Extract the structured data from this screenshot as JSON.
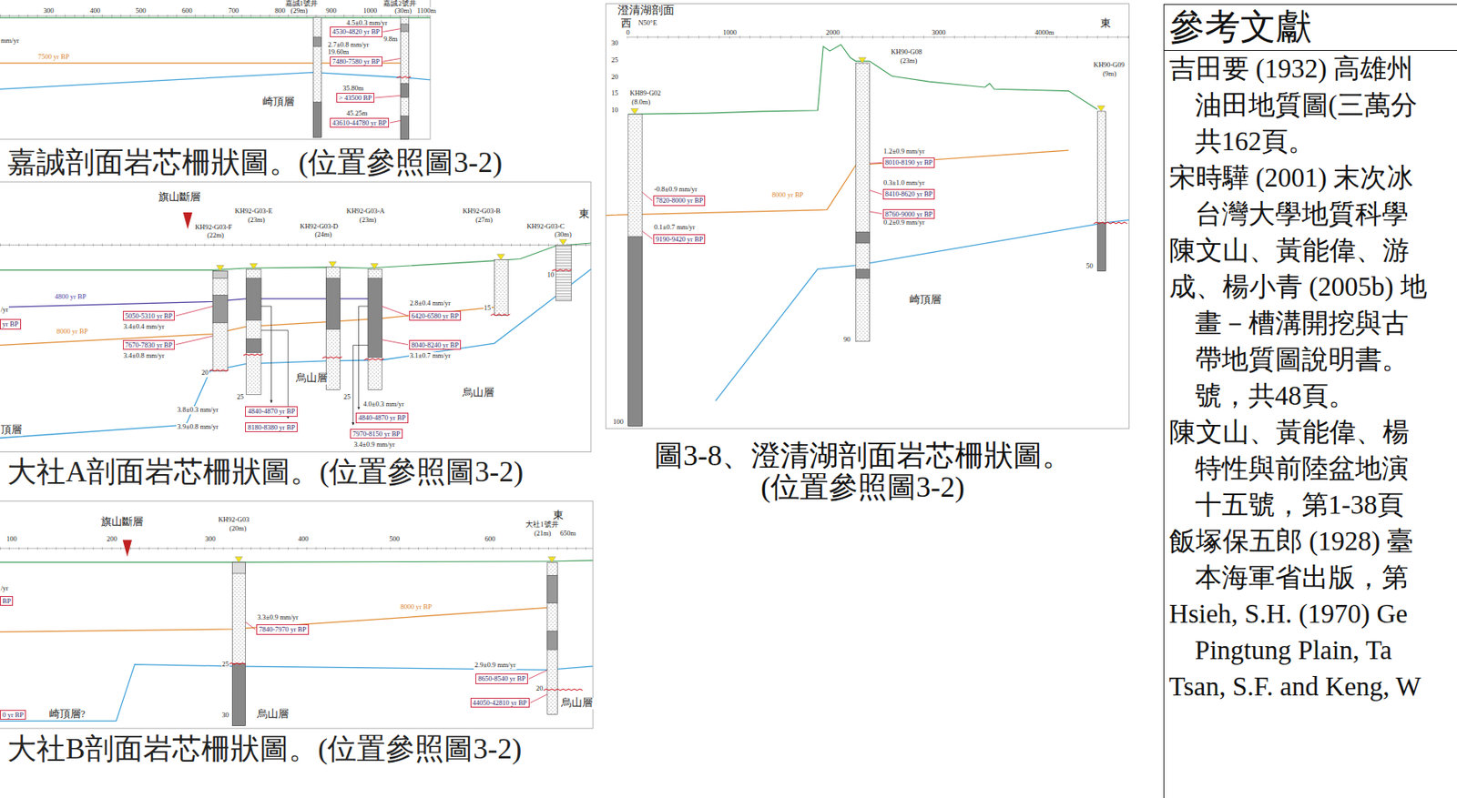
{
  "diagram": {
    "caption": "圖3-8、澄清湖剖面岩芯柵狀圖。 (位置參照圖3-2)",
    "nodes": [
      {
        "text": [
          "4530-4820 yr BP"
        ]
      },
      {
        "text": [
          "7480-7580 yr BP"
        ]
      },
      {
        "text": [
          "> 43500 BP"
        ]
      },
      {
        "text": [
          "43610-44780 yr BP"
        ]
      },
      {
        "text": [
          "yr BP"
        ]
      },
      {
        "text": [
          "5050-5310 yr BP"
        ]
      },
      {
        "text": [
          "7670-7830 yr BP"
        ]
      },
      {
        "text": [
          "6420-6580 yr BP"
        ]
      },
      {
        "text": [
          "8040-8240 yr BP"
        ]
      },
      {
        "text": [
          "4840-4870 yr BP"
        ]
      },
      {
        "text": [
          "8180-8380 yr BP"
        ]
      },
      {
        "text": [
          "4840-4870 yr BP"
        ]
      },
      {
        "text": [
          "7970-8150 yr BP"
        ]
      },
      {
        "text": [
          "BP"
        ]
      },
      {
        "text": [
          "7840-7970 yr BP"
        ]
      },
      {
        "text": [
          "8650-8540 yr BP"
        ]
      },
      {
        "text": [
          "44050-42810 yr BP"
        ]
      },
      {
        "text": [
          "0 yr BP"
        ]
      },
      {
        "text": [
          "7820-8000 yr BP"
        ]
      },
      {
        "text": [
          "9190-9420 yr BP"
        ]
      },
      {
        "text": [
          "8010-8190 yr BP"
        ]
      },
      {
        "text": [
          "8410-8620 yr BP"
        ]
      },
      {
        "text": [
          "8760-9000 yr BP"
        ]
      },
      {
        "text": [
          "參考文獻",
          "吉田要 (1932) 高雄州",
          "油田地質圖(三萬分",
          "共162頁。",
          "宋時驊 (2001) 末次冰",
          "台灣大學地質科學",
          "陳文山、黃能偉、游",
          "成、楊小青 (2005b) 地",
          "畫－槽溝開挖與古",
          "帶地質圖說明書。",
          "號，共48頁。",
          "陳文山、黃能偉、楊",
          "特性與前陸盆地演",
          "十五號，第1-38頁",
          "飯塚保五郎 (1928) 臺",
          "本海軍省出版，第",
          "Hsieh, S.H. (1970) Ge",
          "Pingtung Plain, Ta",
          "Tsan, S.F. and Keng, W"
        ]
      }
    ],
    "labels": [
      "300",
      "400",
      "500",
      "600",
      "700",
      "800",
      "900",
      "1000",
      "1100m",
      "嘉誠1號井",
      "(29m)",
      "嘉誠2號井",
      "(30m)",
      "mm/yr",
      "7500 yr BP",
      "4.5±0.3 mm/yr",
      "9.8m",
      "2.7±0.8 mm/yr",
      "19.60m",
      "崎頂層",
      "35.80m",
      "45.25m",
      "嘉誠剖面岩芯柵狀圖。(位置參照圖3-2)",
      "旗山斷層",
      "KH92-G03-F",
      "(22m)",
      "KH92-G03-E",
      "(23m)",
      "KH92-G03-D",
      "(24m)",
      "KH92-G03-A",
      "(23m)",
      "KH92-G03-B",
      "(27m)",
      "KH92-G03-C",
      "(30m)",
      "東",
      "/yr",
      "4800 yr BP",
      "8000 yr BP",
      "3.4±0.4 mm/yr",
      "3.4±0.8 mm/yr",
      "2.8±0.4 mm/yr",
      "3.1±0.7 mm/yr",
      "烏山層",
      "烏山層",
      "頂層",
      "3.8±0.3 mm/yr",
      "3.9±0.8 mm/yr",
      "4.0±0.3 mm/yr",
      "3.4±0.9 mm/yr",
      "20",
      "25",
      "25",
      "15",
      "10",
      "大社A剖面岩芯柵狀圖。(位置參照圖3-2)",
      "旗山斷層",
      "100",
      "200",
      "300",
      "400",
      "500",
      "600",
      "KH92-G03",
      "(20m)",
      "東",
      "大社1號井",
      "(21m)",
      "650m",
      "/yr",
      "3.3±0.9 mm/yr",
      "8000 yr BP",
      "2.9±0.9 mm/yr",
      "20",
      "烏山層",
      "崎頂層?",
      "烏山層",
      "25",
      "30",
      "大社B剖面岩芯柵狀圖。(位置參照圖3-2)",
      "澄清湖剖面",
      "西",
      "N50°E",
      "東",
      "0",
      "1000",
      "2000",
      "3000",
      "4000m",
      "30",
      "25",
      "20",
      "15",
      "10",
      "KH89-G02",
      "(8.0m)",
      "KH90-G08",
      "(23m)",
      "KH90-G09",
      "(9m)",
      "-0.8±0.9 mm/yr",
      "0.1±0.7 mm/yr",
      "8000 yr BP",
      "1.2±0.9 mm/yr",
      "0.3±1.0 mm/yr",
      "0.2±0.9 mm/yr",
      "崎頂層",
      "90",
      "50",
      "100"
    ]
  }
}
